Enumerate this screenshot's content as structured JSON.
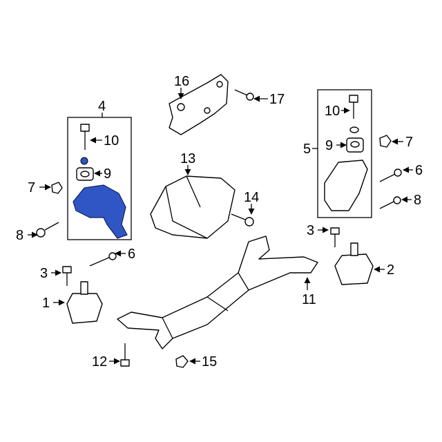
{
  "diagram": {
    "callouts": {
      "c16": "16",
      "c17": "17",
      "c4": "4",
      "c10a": "10",
      "c9a": "9",
      "c7a": "7",
      "c8a": "8",
      "c13": "13",
      "c14": "14",
      "c5": "5",
      "c10b": "10",
      "c9b": "9",
      "c7b": "7",
      "c6a": "6",
      "c8b": "8",
      "c3a": "3",
      "c2": "2",
      "c3b": "3",
      "c6b": "6",
      "c1": "1",
      "c11": "11",
      "c12": "12",
      "c15": "15"
    },
    "highlight_color": "#2f56c4"
  }
}
